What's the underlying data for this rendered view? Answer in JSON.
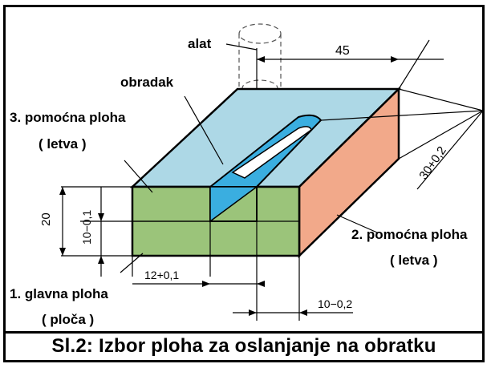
{
  "labels": {
    "alat": "alat",
    "obradak": "obradak",
    "pomocna3_line1": "3. pomoćna ploha",
    "pomocna3_line2": "( letva )",
    "pomocna2_line1": "2. pomoćna ploha",
    "pomocna2_line2": "( letva )",
    "glavna1_line1": "1. glavna ploha",
    "glavna1_line2": "( ploča )"
  },
  "dimensions": {
    "length": "45",
    "width": "30+0,2",
    "height": "20",
    "slot_depth": "10−0,1",
    "slot_offset": "12+0,1",
    "slot_width": "10−0,2"
  },
  "caption": "Sl.2: Izbor ploha za oslanjanje na obratku",
  "colors": {
    "top_face": "#add8e6",
    "front_face": "#9bc47a",
    "side_face": "#f2a98a",
    "slot": "#3aaee0"
  }
}
